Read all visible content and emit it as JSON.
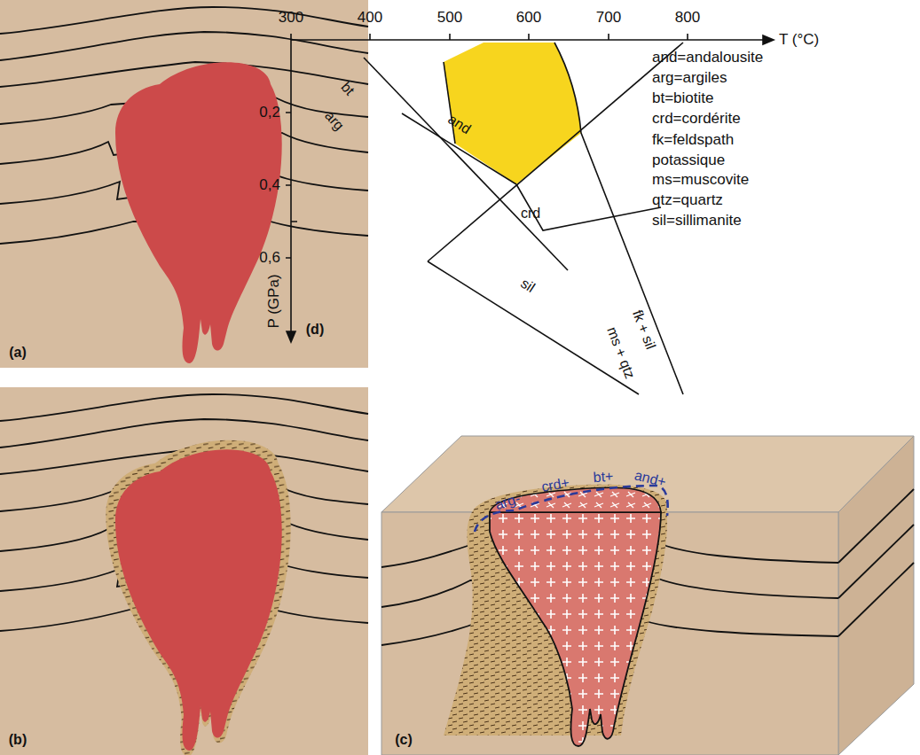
{
  "diagram": {
    "labels": [
      "300",
      "400",
      "500",
      "600",
      "700",
      "800",
      "T (°C)",
      "0,2",
      "0,4",
      "0,6",
      "P (GPa)",
      "bt",
      "arg",
      "and",
      "crd",
      "sil",
      "fk + sil",
      "ms + qtz",
      "and=andalousite",
      "arg=argiles",
      "bt=biotite",
      "crd=cordérite",
      "fk=feldspath potassique",
      "ms=muscovite",
      "qtz=quartz",
      "sil=sillimanite",
      "(d)",
      "(a)",
      "(b)",
      "(c)",
      "arg-",
      "crd+",
      "bt+",
      "and+"
    ]
  }
}
